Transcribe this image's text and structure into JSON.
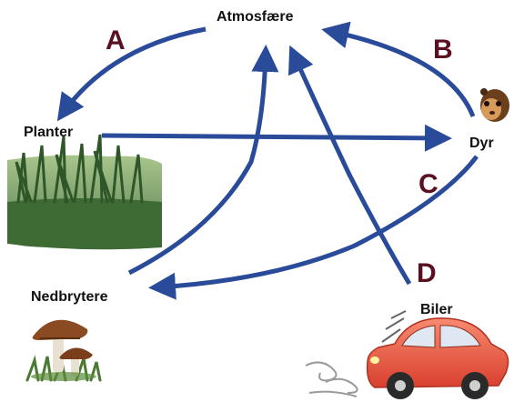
{
  "nodes": {
    "atmosphere": "Atmosfære",
    "plants": "Planter",
    "animal": "Dyr",
    "decomposers": "Nedbrytere",
    "cars": "Biler"
  },
  "arrow_labels": {
    "a": "A",
    "b": "B",
    "c": "C",
    "d": "D"
  },
  "colors": {
    "arrow": "#2a4a9a",
    "letter": "#5a1020",
    "grass_dark": "#3e6b34",
    "grass_light": "#8fae6a",
    "car_body": "#e85a46",
    "mushroom_cap": "#8a4a22"
  },
  "icons": {
    "plants": "grass-patch-icon",
    "animal": "hamster-icon",
    "decomposers": "mushroom-icon",
    "cars": "car-icon"
  }
}
